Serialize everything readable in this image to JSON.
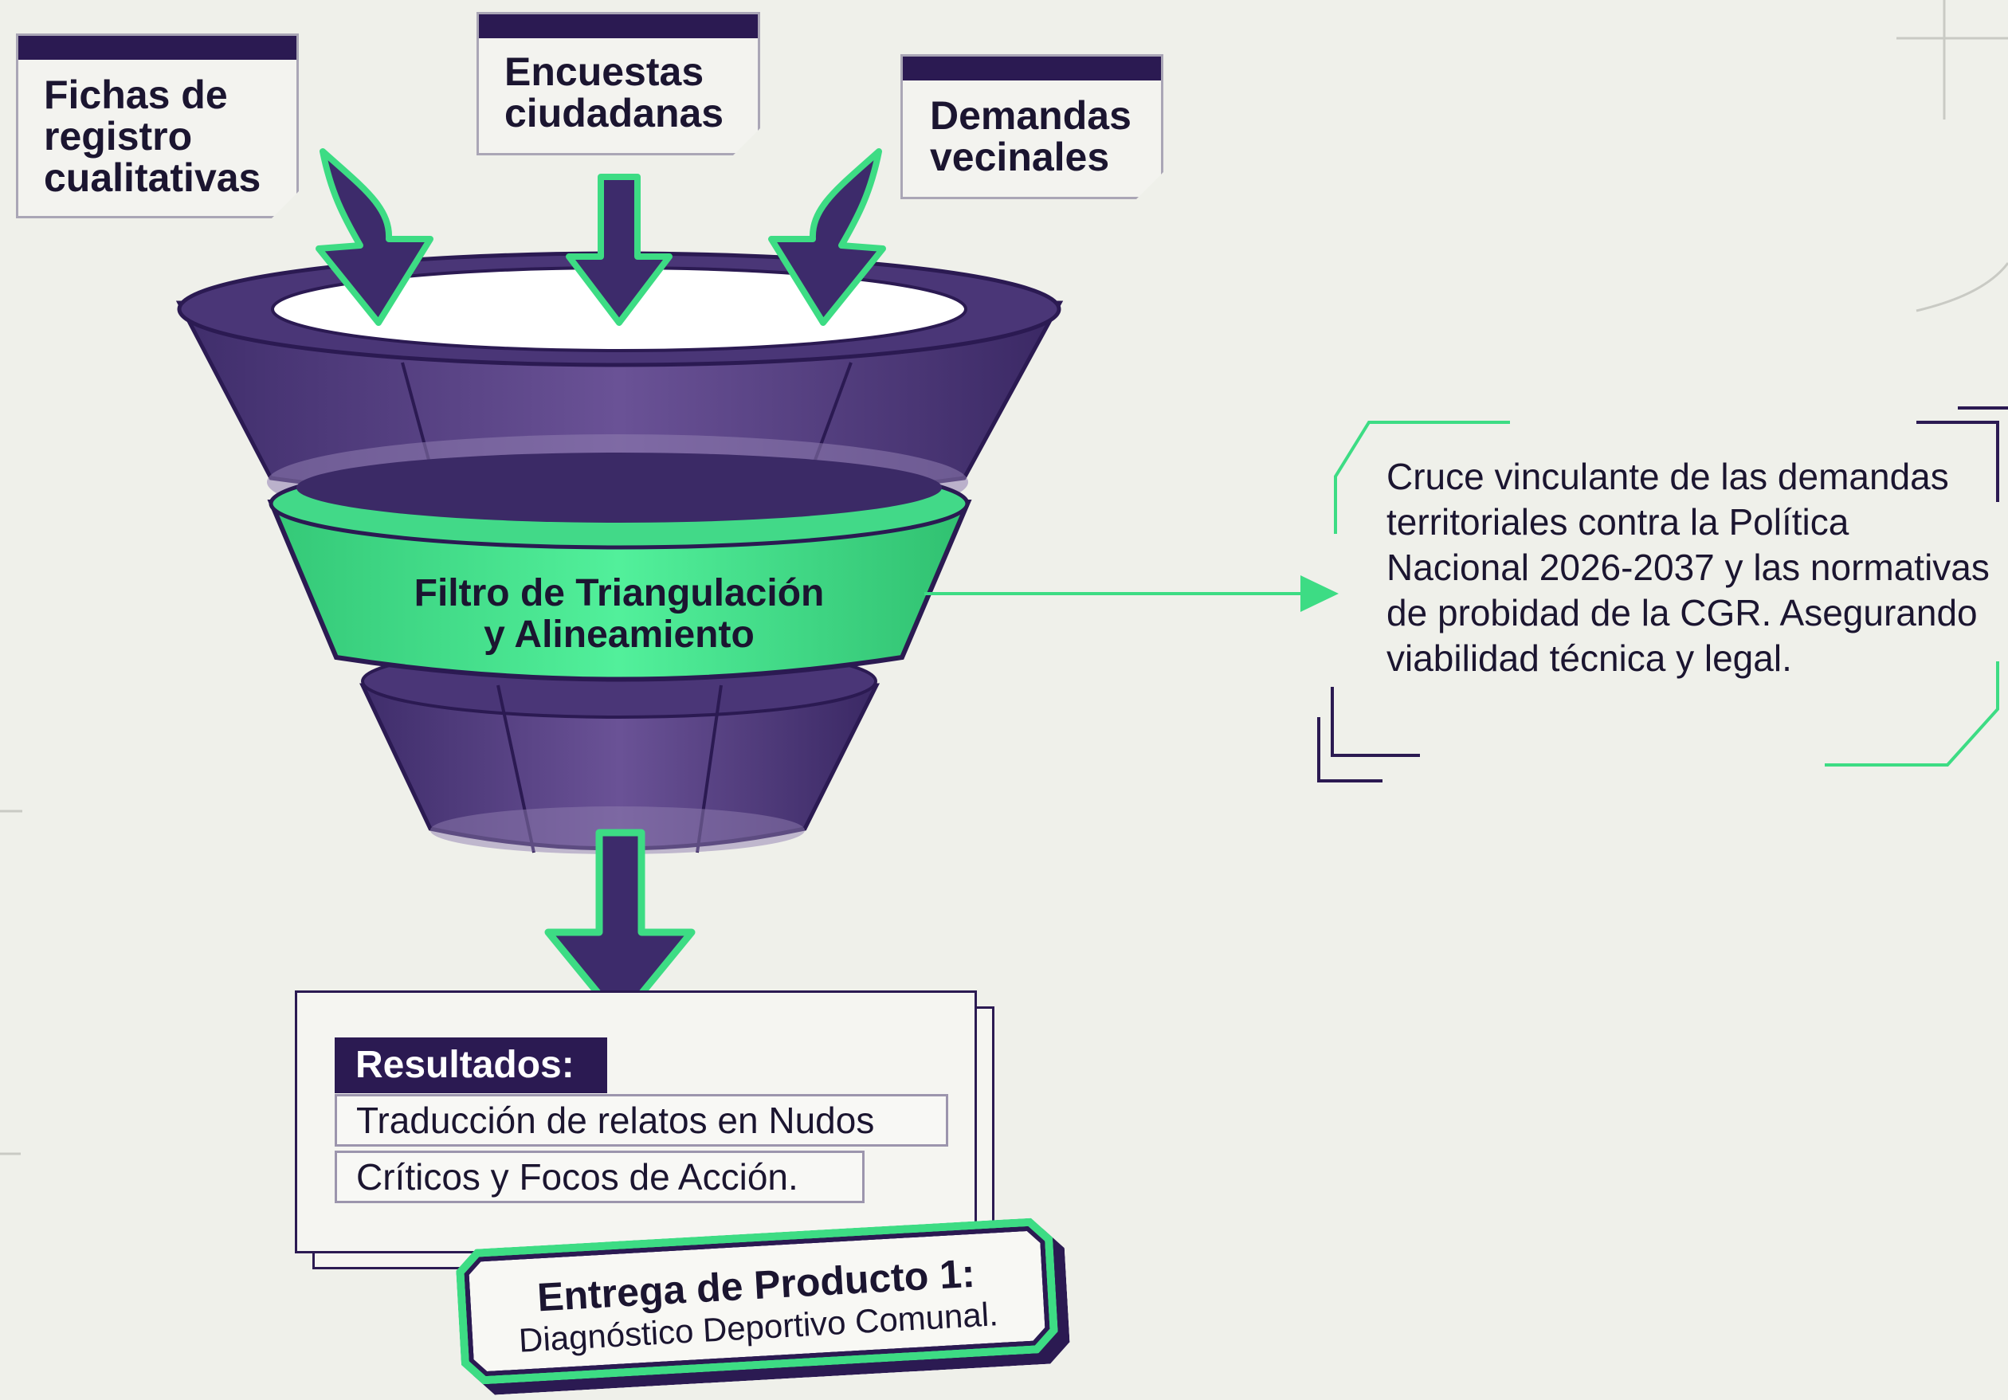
{
  "sources": [
    {
      "label": "Fichas de\nregistro\ncualitativas"
    },
    {
      "label": "Encuestas\nciudadanas"
    },
    {
      "label": "Demandas\nvecinales"
    }
  ],
  "filter": {
    "line1": "Filtro de Triangulación",
    "line2": "y Alineamiento"
  },
  "explanation": "Cruce vinculante de las demandas territoriales contra la Política Nacional 2026-2037 y las normativas de probidad de la CGR. Asegurando viabilidad técnica y legal.",
  "results": {
    "title": "Resultados:",
    "line1": "Traducción de relatos en Nudos",
    "line2": "Críticos y Focos de Acción."
  },
  "delivery": {
    "title": "Entrega de Producto 1:",
    "subtitle": "Diagnóstico Deportivo Comunal."
  },
  "colors": {
    "background": "#eff0ea",
    "dark_purple": "#2b1a52",
    "funnel_purple": "#5b4585",
    "accent_green": "#3ddc84",
    "text": "#1b1530"
  }
}
